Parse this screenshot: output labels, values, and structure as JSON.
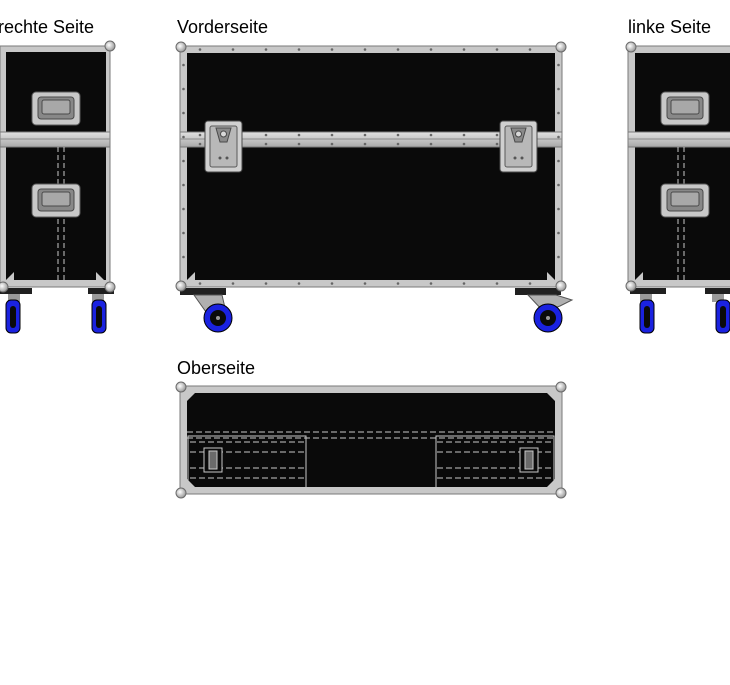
{
  "views": {
    "right": {
      "label": "rechte Seite"
    },
    "front": {
      "label": "Vorderseite"
    },
    "left": {
      "label": "linke Seite"
    },
    "top": {
      "label": "Oberseite"
    }
  },
  "colors": {
    "case_body": "#0a0a0a",
    "aluminium": "#c8c8c8",
    "aluminium_dark": "#8c8c8c",
    "wheel": "#1a22e0",
    "hardware": "#b4b4b4",
    "background": "#ffffff"
  }
}
